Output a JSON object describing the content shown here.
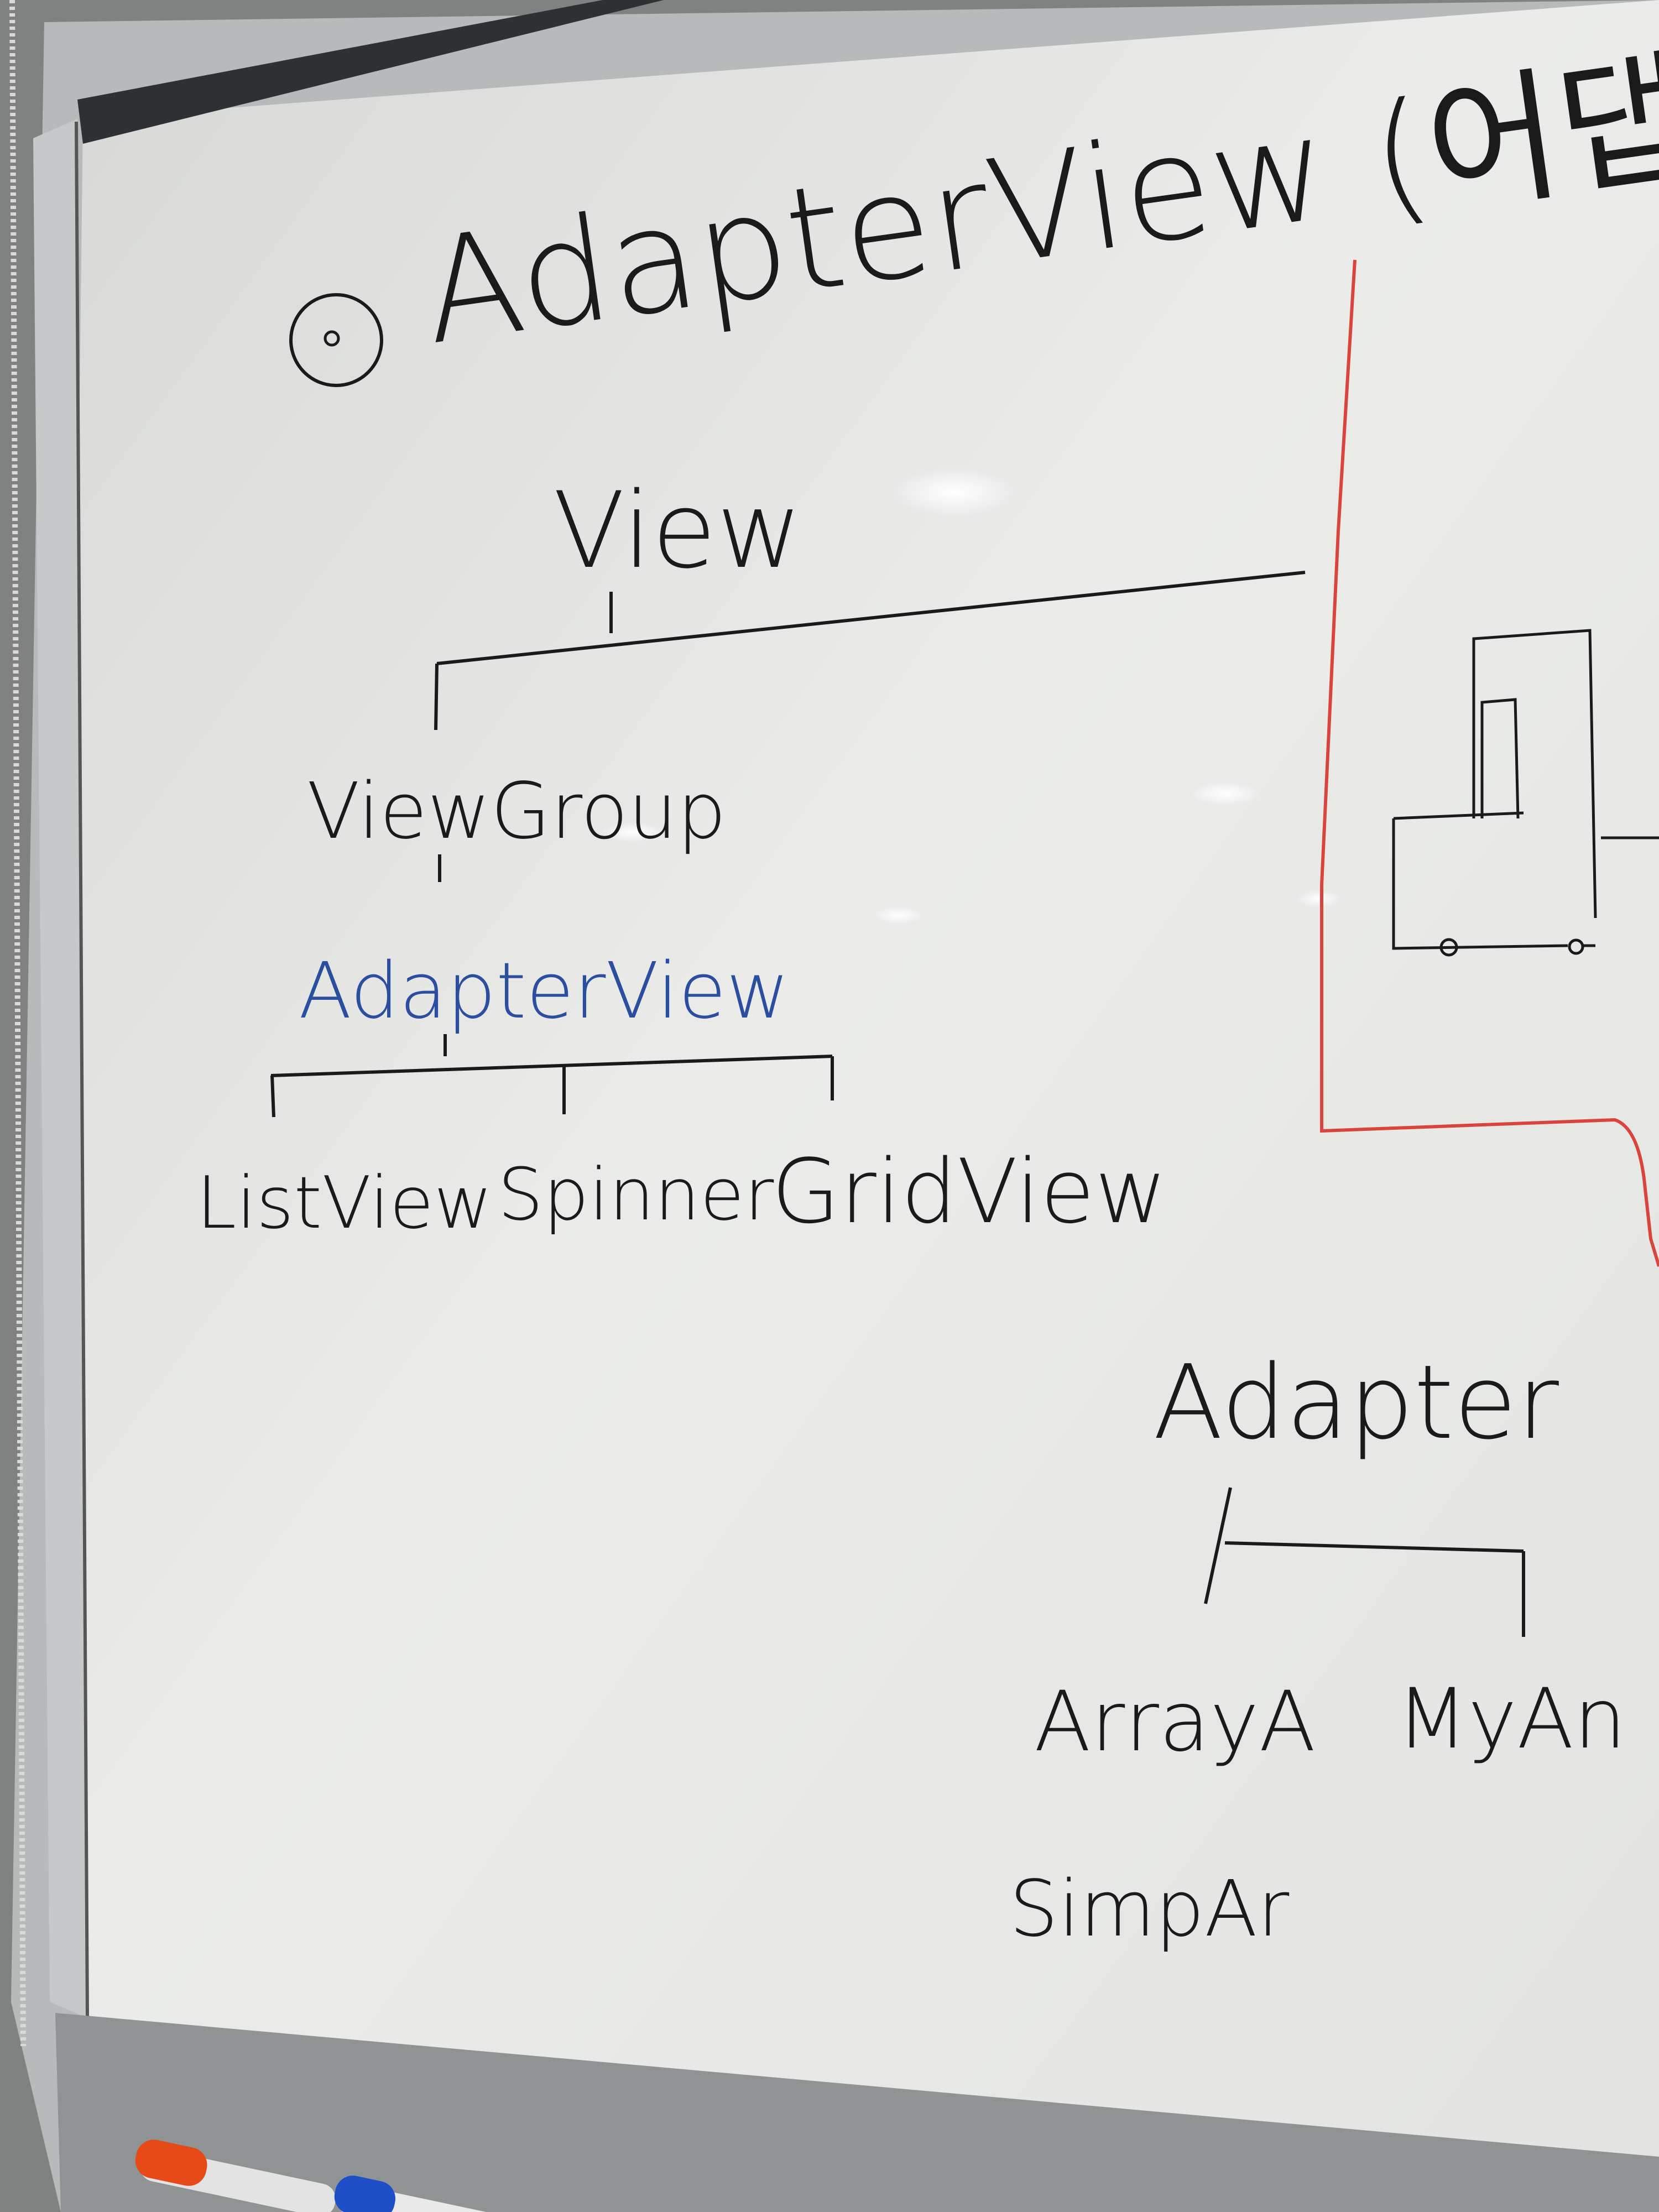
{
  "title": {
    "bullet": "⊙",
    "text": "AdapterView (어댑터 뷰)"
  },
  "tree": {
    "root": "View",
    "level1": "ViewGroup",
    "level2": "AdapterView",
    "children": [
      "ListView",
      "Spinner",
      "GridView"
    ]
  },
  "adapter_tree": {
    "root": "Adapter",
    "children": [
      "ArrayA",
      "MyAn"
    ],
    "extra": "SimpAr"
  },
  "colors": {
    "board": "#e6e7e4",
    "ink_black": "#1a1a1a",
    "ink_blue": "#2b4f9e",
    "ink_red": "#d8453f",
    "frame": "#b9bcbd",
    "wall": "#8d8f8e"
  }
}
